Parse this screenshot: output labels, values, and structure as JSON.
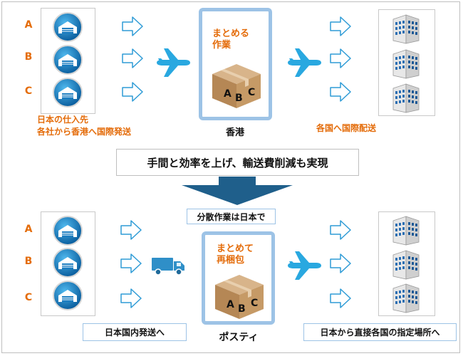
{
  "top": {
    "suppliers": [
      "A",
      "B",
      "C"
    ],
    "source_caption": [
      "日本の仕入先",
      "各社から香港へ国際発送"
    ],
    "hub_label": [
      "まとめる",
      "作業"
    ],
    "box_letters": [
      "A",
      "B",
      "C"
    ],
    "hub_name": "香港",
    "dest_caption": "各国へ国際配送"
  },
  "banner": "手間と効率を上げ、輸送費削減も実現",
  "bottom": {
    "suppliers": [
      "A",
      "B",
      "C"
    ],
    "split_caption": "分散作業は日本で",
    "hub_label": [
      "まとめて",
      "再梱包"
    ],
    "box_letters": [
      "A",
      "B",
      "C"
    ],
    "hub_name": "ポスティ",
    "domestic_caption": "日本国内発送へ",
    "direct_caption": "日本から直接各国の指定場所へ"
  },
  "colors": {
    "accent": "#e46c0a",
    "hub_border": "#9dc3e6",
    "plane": "#29a8e0",
    "down_arrow": "#1f5f8b"
  }
}
